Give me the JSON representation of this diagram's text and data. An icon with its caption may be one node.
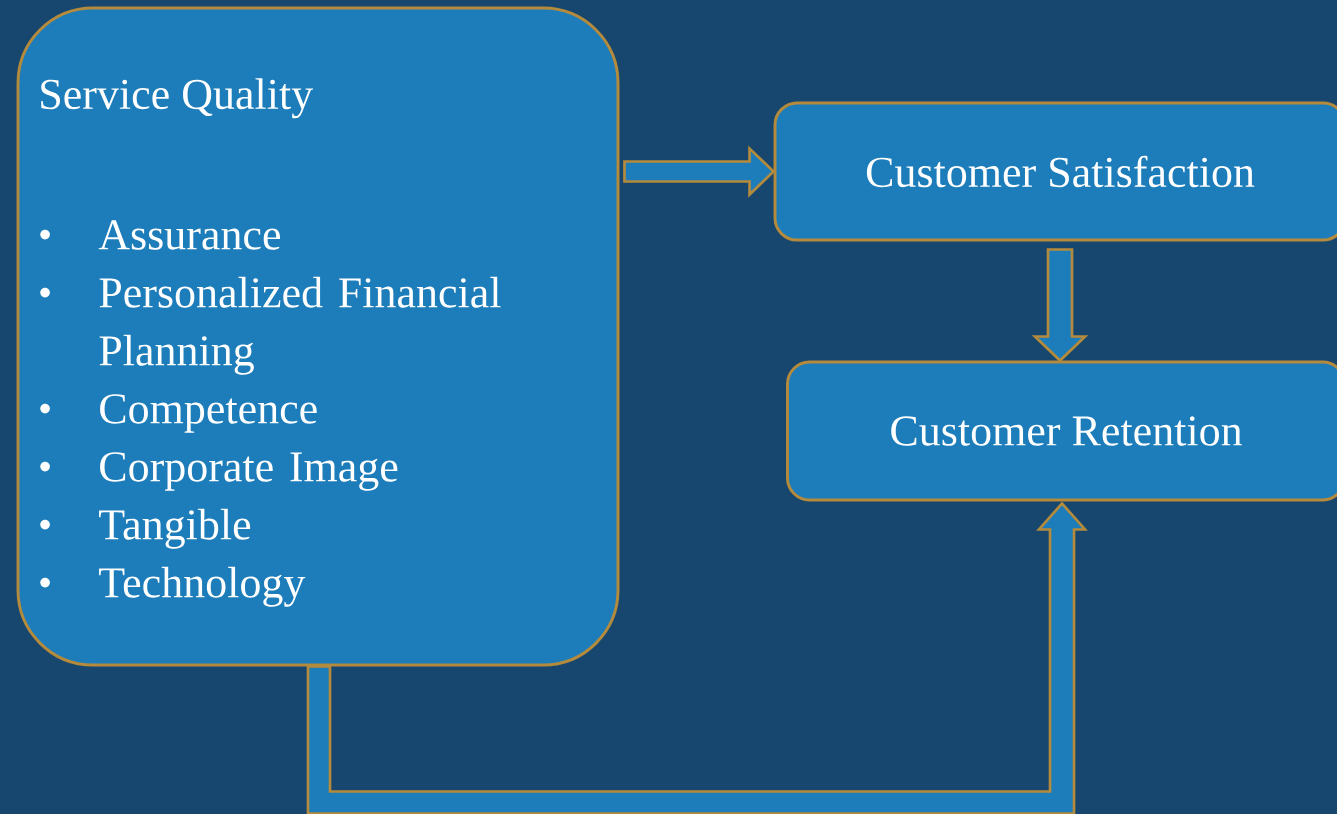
{
  "diagram": {
    "nodes": [
      {
        "text": [
          "Service Quality",
          "Assurance",
          "Personalized Financial Planning",
          "Competence",
          "Corporate Image",
          "Tangible",
          "Technology"
        ]
      },
      {
        "text": [
          "Customer Satisfaction"
        ]
      },
      {
        "text": [
          "Customer Retention"
        ]
      }
    ],
    "edges": [
      {
        "from": 0,
        "to": 1,
        "arrow": "to"
      },
      {
        "from": 1,
        "to": 2,
        "arrow": "to"
      },
      {
        "from": 0,
        "to": 2,
        "arrow": "to"
      }
    ]
  }
}
